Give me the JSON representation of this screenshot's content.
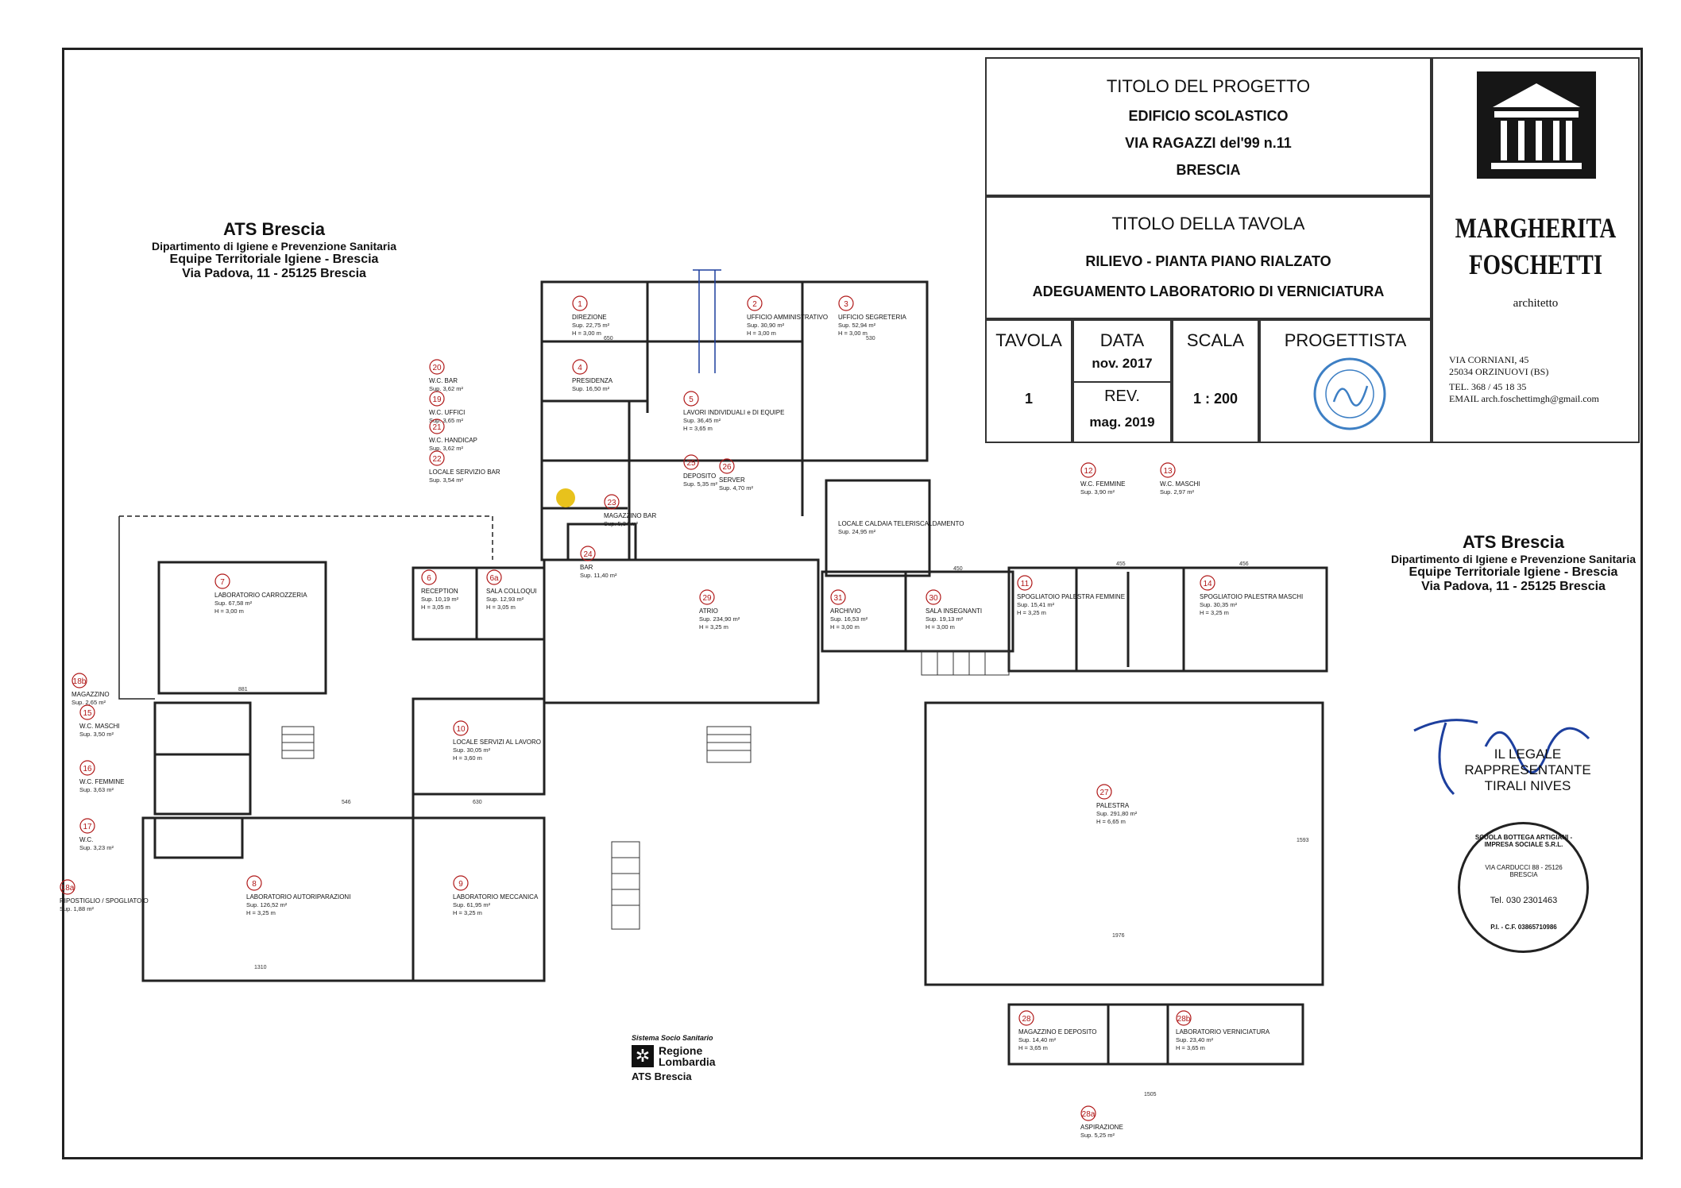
{
  "title_block": {
    "progetto_title": "TITOLO DEL PROGETTO",
    "progetto_line1": "EDIFICIO SCOLASTICO",
    "progetto_line2": "VIA RAGAZZI del'99  n.11",
    "progetto_line3": "BRESCIA",
    "tavola_title": "TITOLO DELLA TAVOLA",
    "tavola_line1": "RILIEVO - PIANTA PIANO RIALZATO",
    "tavola_line2": "ADEGUAMENTO LABORATORIO DI VERNICIATURA",
    "h_tavola": "TAVOLA",
    "h_data": "DATA",
    "h_scala": "SCALA",
    "h_progettista": "PROGETTISTA",
    "v_tavola": "1",
    "v_data": "nov. 2017",
    "v_rev_label": "REV.",
    "v_rev": "mag. 2019",
    "v_scala": "1 : 200"
  },
  "architect": {
    "name1": "MARGHERITA",
    "name2": "FOSCHETTI",
    "role": "architetto",
    "addr1": "VIA CORNIANI, 45",
    "addr2": "25034 ORZINUOVI (BS)",
    "tel": "TEL. 368 / 45 18 35",
    "email": "EMAIL arch.foschettimgh@gmail.com"
  },
  "ats_stamp": {
    "title": "ATS Brescia",
    "line1": "Dipartimento di Igiene e Prevenzione Sanitaria",
    "line2": "Equipe Territoriale Igiene - Brescia",
    "line3": "Via Padova, 11  -  25125 Brescia"
  },
  "legal": {
    "label": "IL LEGALE RAPPRESENTANTE",
    "name": "TIRALI NIVES",
    "seal_text": "SCUOLA BOTTEGA ARTIGIANI - IMPRESA SOCIALE S.R.L.",
    "seal_addr": "VIA CARDUCCI 88 - 25126 BRESCIA",
    "seal_tel": "Tel. 030 2301463",
    "seal_pi": "P.I. - C.F. 03865710986"
  },
  "region_logo": {
    "top": "Sistema Socio Sanitario",
    "name1": "Regione",
    "name2": "Lombardia",
    "bottom": "ATS Brescia"
  },
  "rooms": [
    {
      "n": "1",
      "name": "DIREZIONE",
      "sup": "Sup. 22,75 m²",
      "h": "H = 3,00 m"
    },
    {
      "n": "2",
      "name": "UFFICIO AMMINISTRATIVO",
      "sup": "Sup. 30,90 m²",
      "h": "H = 3,00 m"
    },
    {
      "n": "3",
      "name": "UFFICIO SEGRETERIA",
      "sup": "Sup. 52,94 m²",
      "h": "H = 3,00 m"
    },
    {
      "n": "4",
      "name": "PRESIDENZA",
      "sup": "Sup. 16,50 m²",
      "h": ""
    },
    {
      "n": "5",
      "name": "LAVORI INDIVIDUALI e DI EQUIPE",
      "sup": "Sup. 36,45 m²",
      "h": "H = 3,65 m"
    },
    {
      "n": "6",
      "name": "RECEPTION",
      "sup": "Sup. 10,19 m²",
      "h": "H = 3,05 m"
    },
    {
      "n": "6a",
      "name": "SALA COLLOQUI",
      "sup": "Sup. 12,93 m²",
      "h": "H = 3,05 m"
    },
    {
      "n": "7",
      "name": "LABORATORIO CARROZZERIA",
      "sup": "Sup. 67,58 m²",
      "h": "H = 3,00 m"
    },
    {
      "n": "8",
      "name": "LABORATORIO AUTORIPARAZIONI",
      "sup": "Sup. 126,52 m²",
      "h": "H = 3,25 m"
    },
    {
      "n": "9",
      "name": "LABORATORIO MECCANICA",
      "sup": "Sup. 61,95 m²",
      "h": "H = 3,25 m"
    },
    {
      "n": "10",
      "name": "LOCALE SERVIZI AL LAVORO",
      "sup": "Sup. 30,05 m²",
      "h": "H = 3,60 m"
    },
    {
      "n": "11",
      "name": "SPOGLIATOIO PALESTRA FEMMINE",
      "sup": "Sup. 15,41 m²",
      "h": "H = 3,25 m"
    },
    {
      "n": "12",
      "name": "W.C. FEMMINE",
      "sup": "Sup. 3,90 m²",
      "h": ""
    },
    {
      "n": "13",
      "name": "W.C. MASCHI",
      "sup": "Sup. 2,97 m²",
      "h": ""
    },
    {
      "n": "14",
      "name": "SPOGLIATOIO PALESTRA MASCHI",
      "sup": "Sup. 30,35 m²",
      "h": "H = 3,25 m"
    },
    {
      "n": "15",
      "name": "W.C. MASCHI",
      "sup": "Sup. 3,50 m²",
      "h": ""
    },
    {
      "n": "16",
      "name": "W.C. FEMMINE",
      "sup": "Sup. 3,63 m²",
      "h": ""
    },
    {
      "n": "17",
      "name": "W.C.",
      "sup": "Sup. 3,23 m²",
      "h": ""
    },
    {
      "n": "18a",
      "name": "RIPOSTIGLIO / SPOGLIATOIO",
      "sup": "Sup. 1,88 m²",
      "h": ""
    },
    {
      "n": "18b",
      "name": "MAGAZZINO",
      "sup": "Sup. 2,65 m²",
      "h": ""
    },
    {
      "n": "19",
      "name": "W.C. UFFICI",
      "sup": "Sup. 3,65 m²",
      "h": ""
    },
    {
      "n": "20",
      "name": "W.C. BAR",
      "sup": "Sup. 3,62 m²",
      "h": ""
    },
    {
      "n": "21",
      "name": "W.C. HANDICAP",
      "sup": "Sup. 3,62 m²",
      "h": ""
    },
    {
      "n": "22",
      "name": "LOCALE SERVIZIO BAR",
      "sup": "Sup. 3,54 m²",
      "h": ""
    },
    {
      "n": "23",
      "name": "MAGAZZINO BAR",
      "sup": "Sup. 5,34 m²",
      "h": ""
    },
    {
      "n": "24",
      "name": "BAR",
      "sup": "Sup. 11,40 m²",
      "h": ""
    },
    {
      "n": "25",
      "name": "DEPOSITO",
      "sup": "Sup. 5,35 m²",
      "h": ""
    },
    {
      "n": "26",
      "name": "SERVER",
      "sup": "Sup. 4,70 m²",
      "h": ""
    },
    {
      "n": "27",
      "name": "PALESTRA",
      "sup": "Sup. 291,80 m²",
      "h": "H = 6,65 m"
    },
    {
      "n": "28",
      "name": "MAGAZZINO E DEPOSITO",
      "sup": "Sup. 14,40 m²",
      "h": "H = 3,65 m"
    },
    {
      "n": "28a",
      "name": "ASPIRAZIONE",
      "sup": "Sup. 5,25 m²",
      "h": ""
    },
    {
      "n": "28b",
      "name": "LABORATORIO VERNICIATURA",
      "sup": "Sup. 23,40 m²",
      "h": "H = 3,65 m"
    },
    {
      "n": "29",
      "name": "ATRIO",
      "sup": "Sup. 234,90 m²",
      "h": "H = 3,25 m"
    },
    {
      "n": "30",
      "name": "SALA INSEGNANTI",
      "sup": "Sup. 19,13 m²",
      "h": "H = 3,00 m"
    },
    {
      "n": "31",
      "name": "ARCHIVIO",
      "sup": "Sup. 16,53 m²",
      "h": "H = 3,00 m"
    },
    {
      "n": "",
      "name": "LOCALE CALDAIA TELERISCALDAMENTO",
      "sup": "Sup. 24,95 m²",
      "h": ""
    }
  ],
  "dims": {
    "d1": "650",
    "d2": "530",
    "d3": "455",
    "d4": "881",
    "d5": "546",
    "d6": "630",
    "d7": "1310",
    "d8": "1976",
    "d9": "1593",
    "d10": "1505",
    "d11": "456",
    "d12": "450"
  },
  "colors": {
    "ink": "#222222",
    "red": "#b01818",
    "blue": "#1d3f9e",
    "stamp_blue": "#3d7fc4",
    "accent_yellow": "#e8c21c"
  }
}
